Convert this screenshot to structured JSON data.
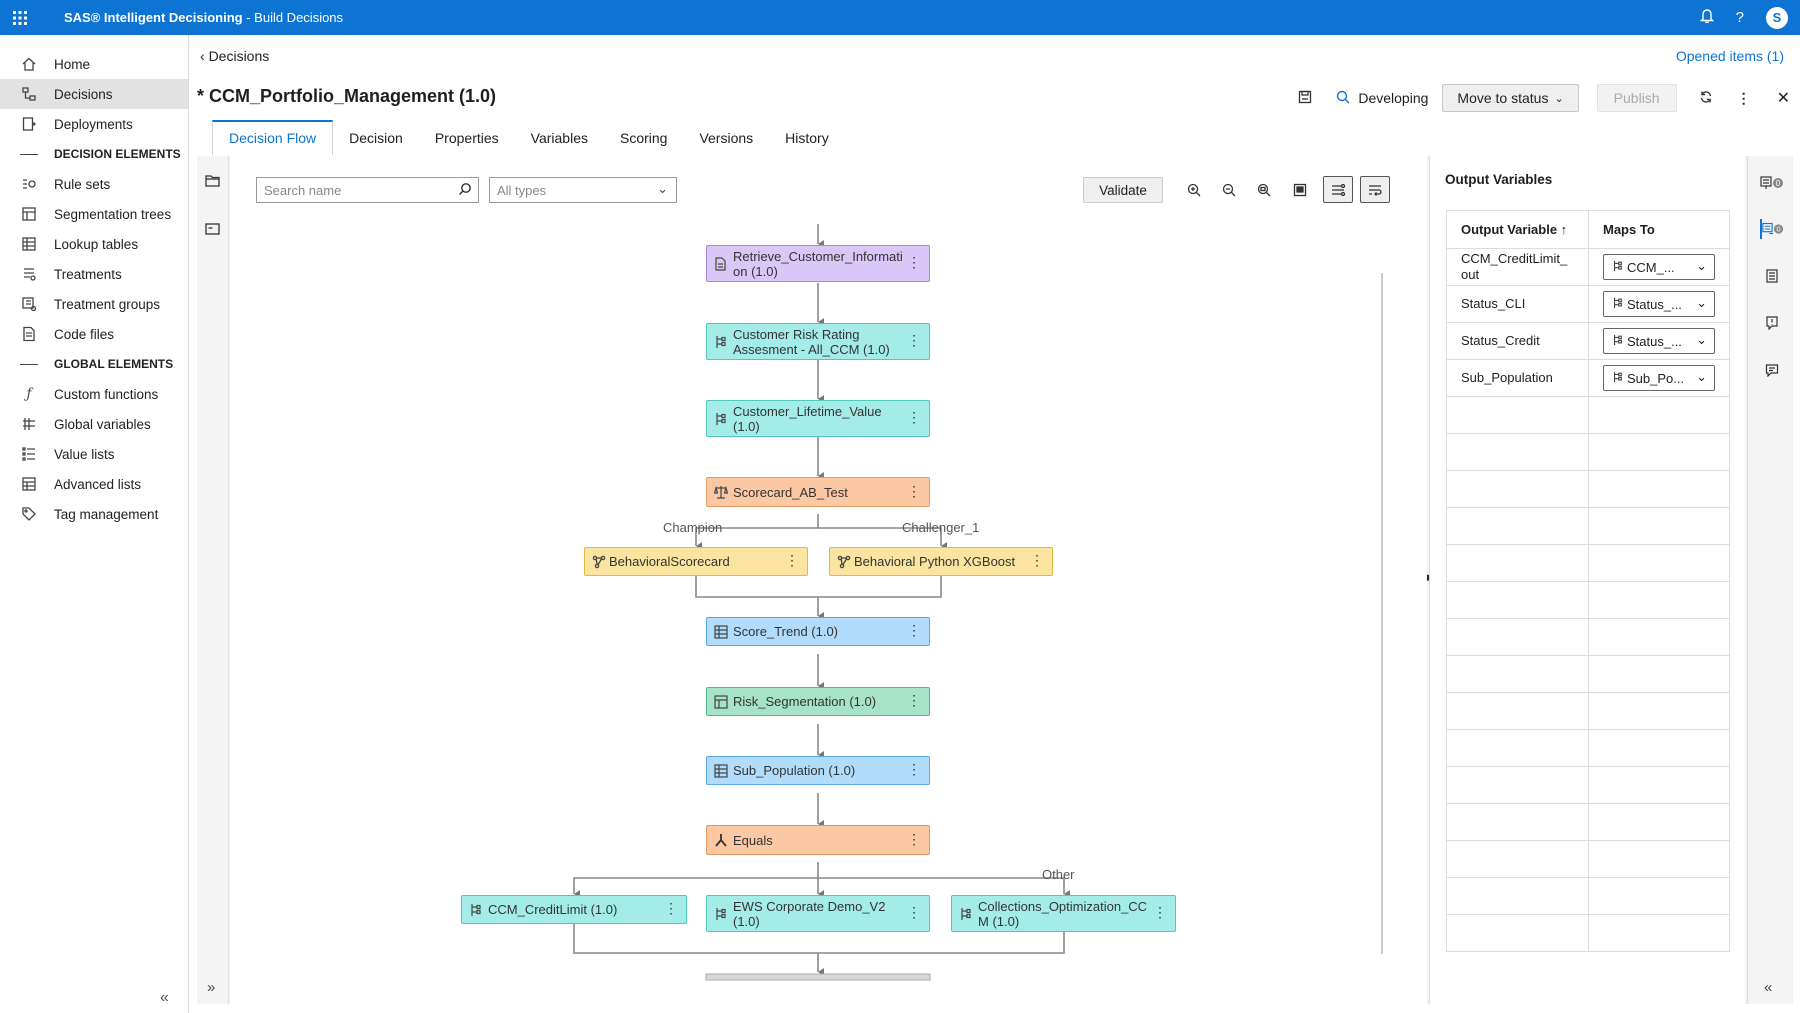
{
  "app": {
    "brand": "SAS® Intelligent Decisioning",
    "subtitle": " - Build Decisions",
    "user_initial": "S"
  },
  "nav": {
    "items": [
      {
        "label": "Home",
        "icon": "home-icon"
      },
      {
        "label": "Decisions",
        "icon": "decisions-icon",
        "active": true
      },
      {
        "label": "Deployments",
        "icon": "deployments-icon"
      }
    ],
    "section1": "DECISION ELEMENTS",
    "decision_items": [
      {
        "label": "Rule sets",
        "icon": "rule-sets-icon"
      },
      {
        "label": "Segmentation trees",
        "icon": "segmentation-tree-icon"
      },
      {
        "label": "Lookup tables",
        "icon": "lookup-table-icon"
      },
      {
        "label": "Treatments",
        "icon": "treatments-icon"
      },
      {
        "label": "Treatment groups",
        "icon": "treatment-groups-icon"
      },
      {
        "label": "Code files",
        "icon": "code-files-icon"
      }
    ],
    "section2": "GLOBAL ELEMENTS",
    "global_items": [
      {
        "label": "Custom functions",
        "icon": "function-icon"
      },
      {
        "label": "Global variables",
        "icon": "global-variables-icon"
      },
      {
        "label": "Value lists",
        "icon": "value-lists-icon"
      },
      {
        "label": "Advanced lists",
        "icon": "advanced-lists-icon"
      },
      {
        "label": "Tag management",
        "icon": "tag-icon"
      }
    ]
  },
  "header": {
    "breadcrumb": "Decisions",
    "opened_items": "Opened items (1)",
    "title": "* CCM_Portfolio_Management (1.0)",
    "status": "Developing",
    "move_to_status": "Move to status",
    "publish": "Publish"
  },
  "tabs": [
    "Decision Flow",
    "Decision",
    "Properties",
    "Variables",
    "Scoring",
    "Versions",
    "History"
  ],
  "toolbar": {
    "search_placeholder": "Search name",
    "type_filter": "All types",
    "validate": "Validate"
  },
  "flow": {
    "nodes": {
      "retrieve": "Retrieve_Customer_Information (1.0)",
      "risk_rating": "Customer Risk Rating Assesment - All_CCM (1.0)",
      "lifetime": "Customer_Lifetime_Value (1.0)",
      "scorecard_ab": "Scorecard_AB_Test",
      "behavioral": "BehavioralScorecard",
      "xgboost": "Behavioral Python XGBoost",
      "score_trend": "Score_Trend (1.0)",
      "risk_seg": "Risk_Segmentation (1.0)",
      "sub_pop": "Sub_Population (1.0)",
      "equals": "Equals",
      "credit_limit": "CCM_CreditLimit (1.0)",
      "ews": "EWS Corporate Demo_V2 (1.0)",
      "collections": "Collections_Optimization_CCM (1.0)"
    },
    "labels": {
      "champion": "Champion",
      "challenger": "Challenger_1",
      "other": "Other"
    }
  },
  "output_panel": {
    "title": "Output Variables",
    "col1": "Output Variable ↑",
    "col2": "Maps To",
    "rows": [
      {
        "name": "CCM_CreditLimit_out",
        "maps": "CCM_..."
      },
      {
        "name": "Status_CLI",
        "maps": "Status_..."
      },
      {
        "name": "Status_Credit",
        "maps": "Status_..."
      },
      {
        "name": "Sub_Population",
        "maps": "Sub_Po..."
      }
    ]
  },
  "colors": {
    "brand_blue": "#0e74d4",
    "purple_node": "#d9c8f7",
    "teal_node": "#a4ece8",
    "orange_node": "#fcc8a4",
    "yellow_node": "#fbe4a0",
    "blue_node": "#b1dcfb",
    "green_node": "#a6e3c8"
  }
}
